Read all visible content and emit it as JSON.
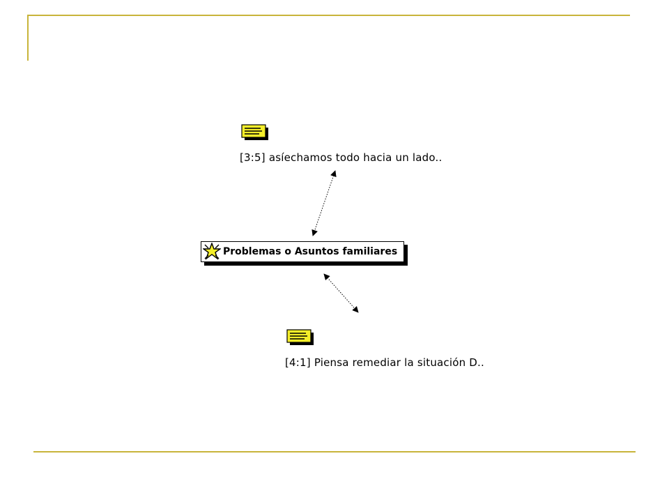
{
  "theme": {
    "rule_color": "#c8b43a",
    "note_color": "#f4ee2a",
    "code_star_color": "#f4ee2a"
  },
  "network": {
    "code": {
      "label": "Problemas o Asuntos familiares",
      "icon": "code-star-icon"
    },
    "quotations": [
      {
        "label": "[3:5] asíechamos todo hacia un lado..",
        "icon": "note-icon"
      },
      {
        "label": "[4:1] Piensa remediar la situación D..",
        "icon": "note-icon"
      }
    ],
    "links": [
      {
        "from": "quotation-1",
        "to": "code",
        "style": "dotted",
        "arrows": "both"
      },
      {
        "from": "code",
        "to": "quotation-2",
        "style": "dotted",
        "arrows": "both"
      }
    ]
  }
}
